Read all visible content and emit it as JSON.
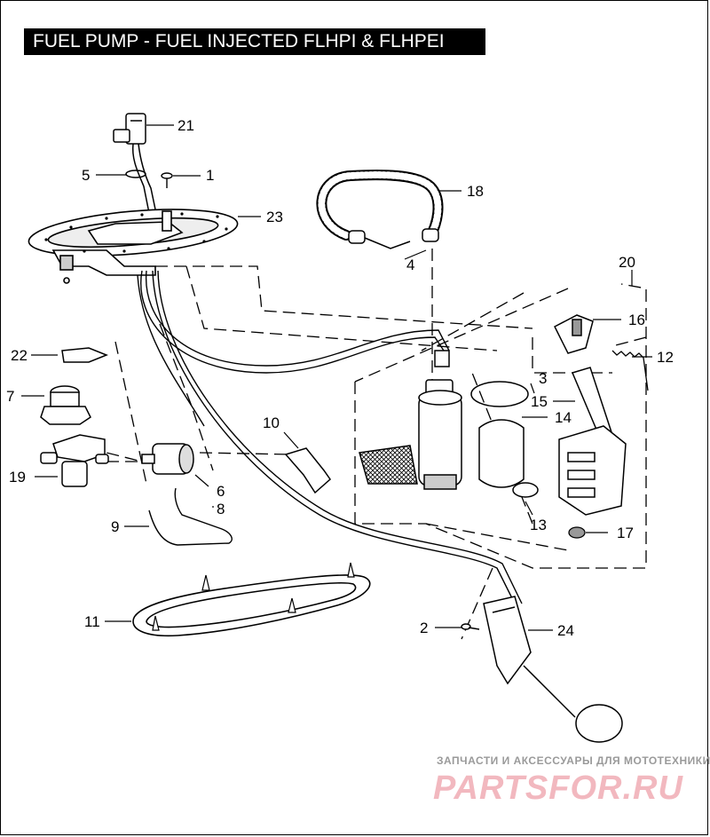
{
  "title": "FUEL PUMP - FUEL INJECTED FLHPI & FLHPEI",
  "callouts": [
    "1",
    "2",
    "3",
    "4",
    "5",
    "6",
    "7",
    "8",
    "9",
    "10",
    "11",
    "12",
    "13",
    "14",
    "15",
    "16",
    "17",
    "18",
    "19",
    "20",
    "21",
    "22",
    "23",
    "24"
  ],
  "watermark": {
    "tagline": "ЗАПЧАСТИ И АКСЕССУАРЫ ДЛЯ МОТОТЕХНИКИ",
    "logo": "PARTSFOR.RU",
    "logo_color": "#f2b8bf"
  },
  "colors": {
    "title_bg": "#000000",
    "title_fg": "#ffffff",
    "line": "#000000"
  }
}
